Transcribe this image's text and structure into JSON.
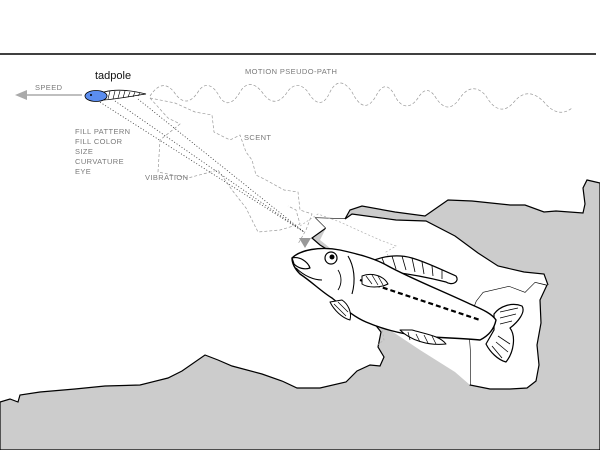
{
  "diagram": {
    "labels": {
      "tadpole": "tadpole",
      "speed": "SPEED",
      "motion_path": "MOTION PSEUDO-PATH",
      "scent": "SCENT",
      "vibration": "VIBRATION",
      "attributes": [
        "FILL PATTERN",
        "FILL COLOR",
        "SIZE",
        "CURVATURE",
        "EYE"
      ]
    },
    "colors": {
      "rock": "#cccccc",
      "outline": "#000000",
      "tadpole_body": "#5b8def",
      "label_gray": "#7a7a7a",
      "path_gray": "#9a9a9a"
    },
    "icons": {
      "prey": "tadpole-icon",
      "predator": "fish-icon",
      "speed_arrow": "arrow-left-icon",
      "attention": "triangle-down-icon"
    }
  }
}
